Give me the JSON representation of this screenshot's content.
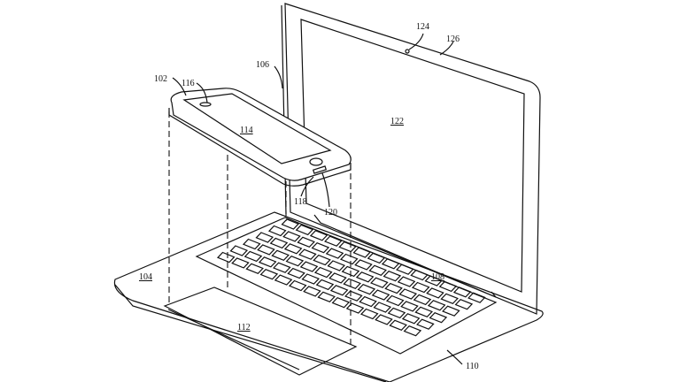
{
  "figure": {
    "labels": {
      "phone": "102",
      "base": "104",
      "lid": "106",
      "keyboard": "108",
      "hinge": "110",
      "trackpad": "112",
      "phone_display": "114",
      "speaker": "116",
      "home_button": "118",
      "port": "120",
      "laptop_display": "122",
      "camera": "124",
      "bezel": "126"
    },
    "keyboard_grid": {
      "rows": 6,
      "cols": 14
    },
    "line_color": "#111111"
  }
}
